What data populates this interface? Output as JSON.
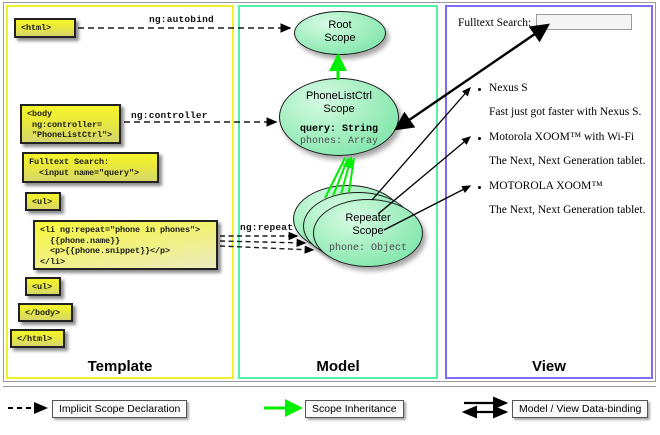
{
  "diagram": {
    "title": "AngularJS Template / Model / View scope diagram",
    "colors": {
      "template_border": "#f2f22a",
      "model_border": "#54f0a6",
      "view_border": "#7b6cf0",
      "code_box_fill": "#eaea3a",
      "scope_fill": "#7fe8ab",
      "inheritance_arrow": "#00ee00",
      "declaration_arrow": "#000000"
    }
  },
  "columns": [
    {
      "key": "template",
      "label": "Template"
    },
    {
      "key": "model",
      "label": "Model"
    },
    {
      "key": "view",
      "label": "View"
    }
  ],
  "template": {
    "boxes": [
      {
        "name": "html-open",
        "text": "<html>"
      },
      {
        "name": "body-controller",
        "text": "<body\n ng:controller=\n \"PhoneListCtrl\">"
      },
      {
        "name": "fulltext-search",
        "text": "Fulltext Search:\n  <input name=\"query\">"
      },
      {
        "name": "ul-open",
        "text": "<ul>"
      },
      {
        "name": "li-repeat",
        "text": "<li ng:repeat=\"phone in phones\">\n  {{phone.name}}\n  <p>{{phone.snippet}}</p>\n</li>"
      },
      {
        "name": "ul-close",
        "text": "<ul>"
      },
      {
        "name": "body-close",
        "text": "</body>"
      },
      {
        "name": "html-close",
        "text": "</html>"
      }
    ]
  },
  "connectors": [
    {
      "name": "ng-autobind",
      "label": "ng:autobind"
    },
    {
      "name": "ng-controller",
      "label": "ng:controller"
    },
    {
      "name": "ng-repeat",
      "label": "ng:repeat"
    }
  ],
  "model": {
    "scopes": [
      {
        "name": "root-scope",
        "title_line1": "Root",
        "title_line2": "Scope",
        "props": []
      },
      {
        "name": "phonelistctrl-scope",
        "title_line1": "PhoneListCtrl",
        "title_line2": "Scope",
        "props": [
          {
            "text": "query: String",
            "style": "bold"
          },
          {
            "text": "phones: Array",
            "style": "dim"
          }
        ]
      },
      {
        "name": "repeater-scope",
        "title_line1": "Repeater",
        "title_line2": "Scope",
        "props": [
          {
            "text": "phone: Object",
            "style": "dim"
          }
        ]
      }
    ]
  },
  "view": {
    "search_label": "Fulltext Search:",
    "search_value": "",
    "phones": [
      {
        "name": "Nexus S",
        "snippet": "Fast just got faster with Nexus S."
      },
      {
        "name": "Motorola XOOM™  with Wi-Fi",
        "snippet": "The Next, Next Generation tablet."
      },
      {
        "name": "MOTOROLA XOOM™",
        "snippet": "The Next, Next Generation tablet."
      }
    ]
  },
  "legend": [
    {
      "name": "implicit-scope-declaration",
      "label": "Implicit Scope Declaration",
      "arrow": "dashed-black"
    },
    {
      "name": "scope-inheritance",
      "label": "Scope Inheritance",
      "arrow": "solid-green"
    },
    {
      "name": "model-view-data-binding",
      "label": "Model / View Data-binding",
      "arrow": "double-black"
    }
  ]
}
